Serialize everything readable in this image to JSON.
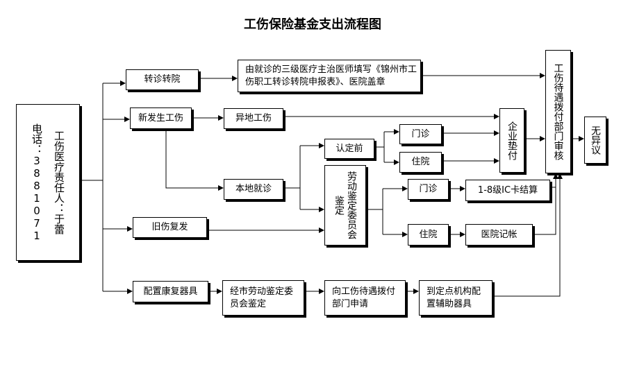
{
  "title": "工伤保险基金支出流程图",
  "nodes": {
    "contact": {
      "line1": "工伤医疗责任人：于蕾",
      "line2": "电话：3881071"
    },
    "referral": "转诊转院",
    "new_injury": "新发生工伤",
    "old_injury": "旧伤复发",
    "rehab_device": "配置康复器具",
    "referral_form": "由就诊的三级医疗主治医师填写《锦州市工伤职工转诊转院申报表》、医院盖章",
    "other_place": "异地工伤",
    "local_visit": "本地就诊",
    "before_identify": "认定前",
    "labor_committee": "劳动鉴定委员会鉴定",
    "outpatient_a": "门诊",
    "inpatient_a": "住院",
    "outpatient_b": "门诊",
    "inpatient_b": "住院",
    "ic_settle": "1-8级IC卡结算",
    "hospital_account": "医院记帐",
    "city_committee": "经市劳动鉴定委员会鉴定",
    "apply_dept": "向工伤待遇拨付部门申请",
    "assign_device": "到定点机构配置辅助器具",
    "enterprise_pay": "企业垫付",
    "treatment_review": "工伤待遇拨付部门审核",
    "no_objection": "无异议"
  }
}
